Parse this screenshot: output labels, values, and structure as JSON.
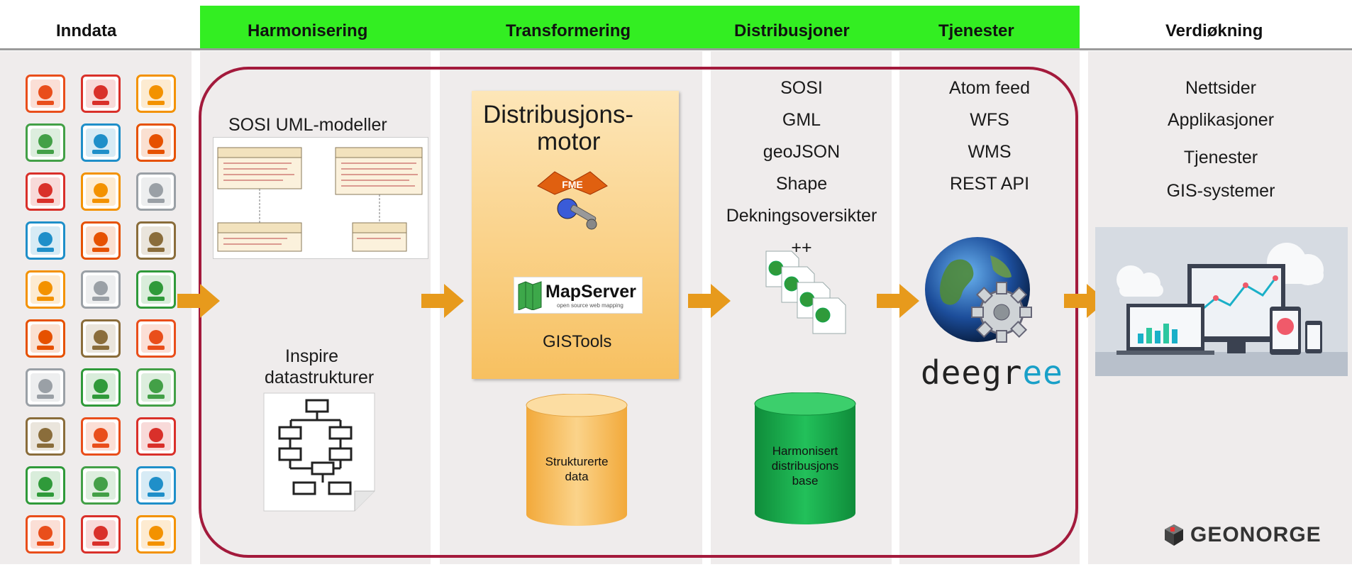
{
  "headers": {
    "inndata": "Inndata",
    "harmonisering": "Harmonisering",
    "transformering": "Transformering",
    "distribusjoner": "Distribusjoner",
    "tjenester": "Tjenester",
    "verdiokning": "Verdiøkning"
  },
  "harmonisering": {
    "uml_title": "SOSI UML-modeller",
    "inspire_line1": "Inspire",
    "inspire_line2": "datastrukturer"
  },
  "transformering": {
    "engine_line1": "Distribusjons-",
    "engine_line2": "motor",
    "mapserver": "MapServer",
    "mapserver_tagline": "open source web mapping",
    "gistools": "GISTools",
    "cylinder_line1": "Strukturerte",
    "cylinder_line2": "data"
  },
  "distribusjoner": {
    "formats": [
      "SOSI",
      "GML",
      "geoJSON",
      "Shape",
      "Dekningsoversikter",
      "++"
    ],
    "cylinder_line1": "Harmonisert",
    "cylinder_line2": "distribusjons",
    "cylinder_line3": "base"
  },
  "tjenester": {
    "services": [
      "Atom feed",
      "WFS",
      "WMS",
      "REST API"
    ],
    "logo_part1": "deegr",
    "logo_part2": "ee"
  },
  "verdiokning": {
    "items": [
      "Nettsider",
      "Applikasjoner",
      "Tjenester",
      "GIS-systemer"
    ]
  },
  "brand": "GEONORGE",
  "colors": {
    "green_band": "#33ee22",
    "frame": "#a31a3c",
    "arrow": "#e79a1c",
    "engine_box": "#f7c060",
    "cyl_orange": "#f5b955",
    "cyl_green": "#16a84a"
  },
  "icons": [
    "europe-map-icon",
    "europe-regions-icon",
    "industry-facility-icon",
    "factory-icon",
    "utility-network-icon",
    "atmosphere-icon",
    "tree-icon",
    "power-grid-icon",
    "health-heart-icon",
    "elevation-icon",
    "water-drop-icon",
    "landslide-icon",
    "fish-icon",
    "mining-icon",
    "ocean-wave-icon",
    "mineral-gem-icon",
    "transport-icon",
    "population-icon",
    "orthoimagery-icon",
    "land-use-icon",
    "hydrography-icon",
    "address-mailbox-icon",
    "protected-site-icon",
    "soil-icon",
    "weather-icon",
    "habitat-trees-icon",
    "species-leaf-icon",
    "energy-wind-icon",
    "buildings-icon",
    "statistics-grid-icon"
  ]
}
